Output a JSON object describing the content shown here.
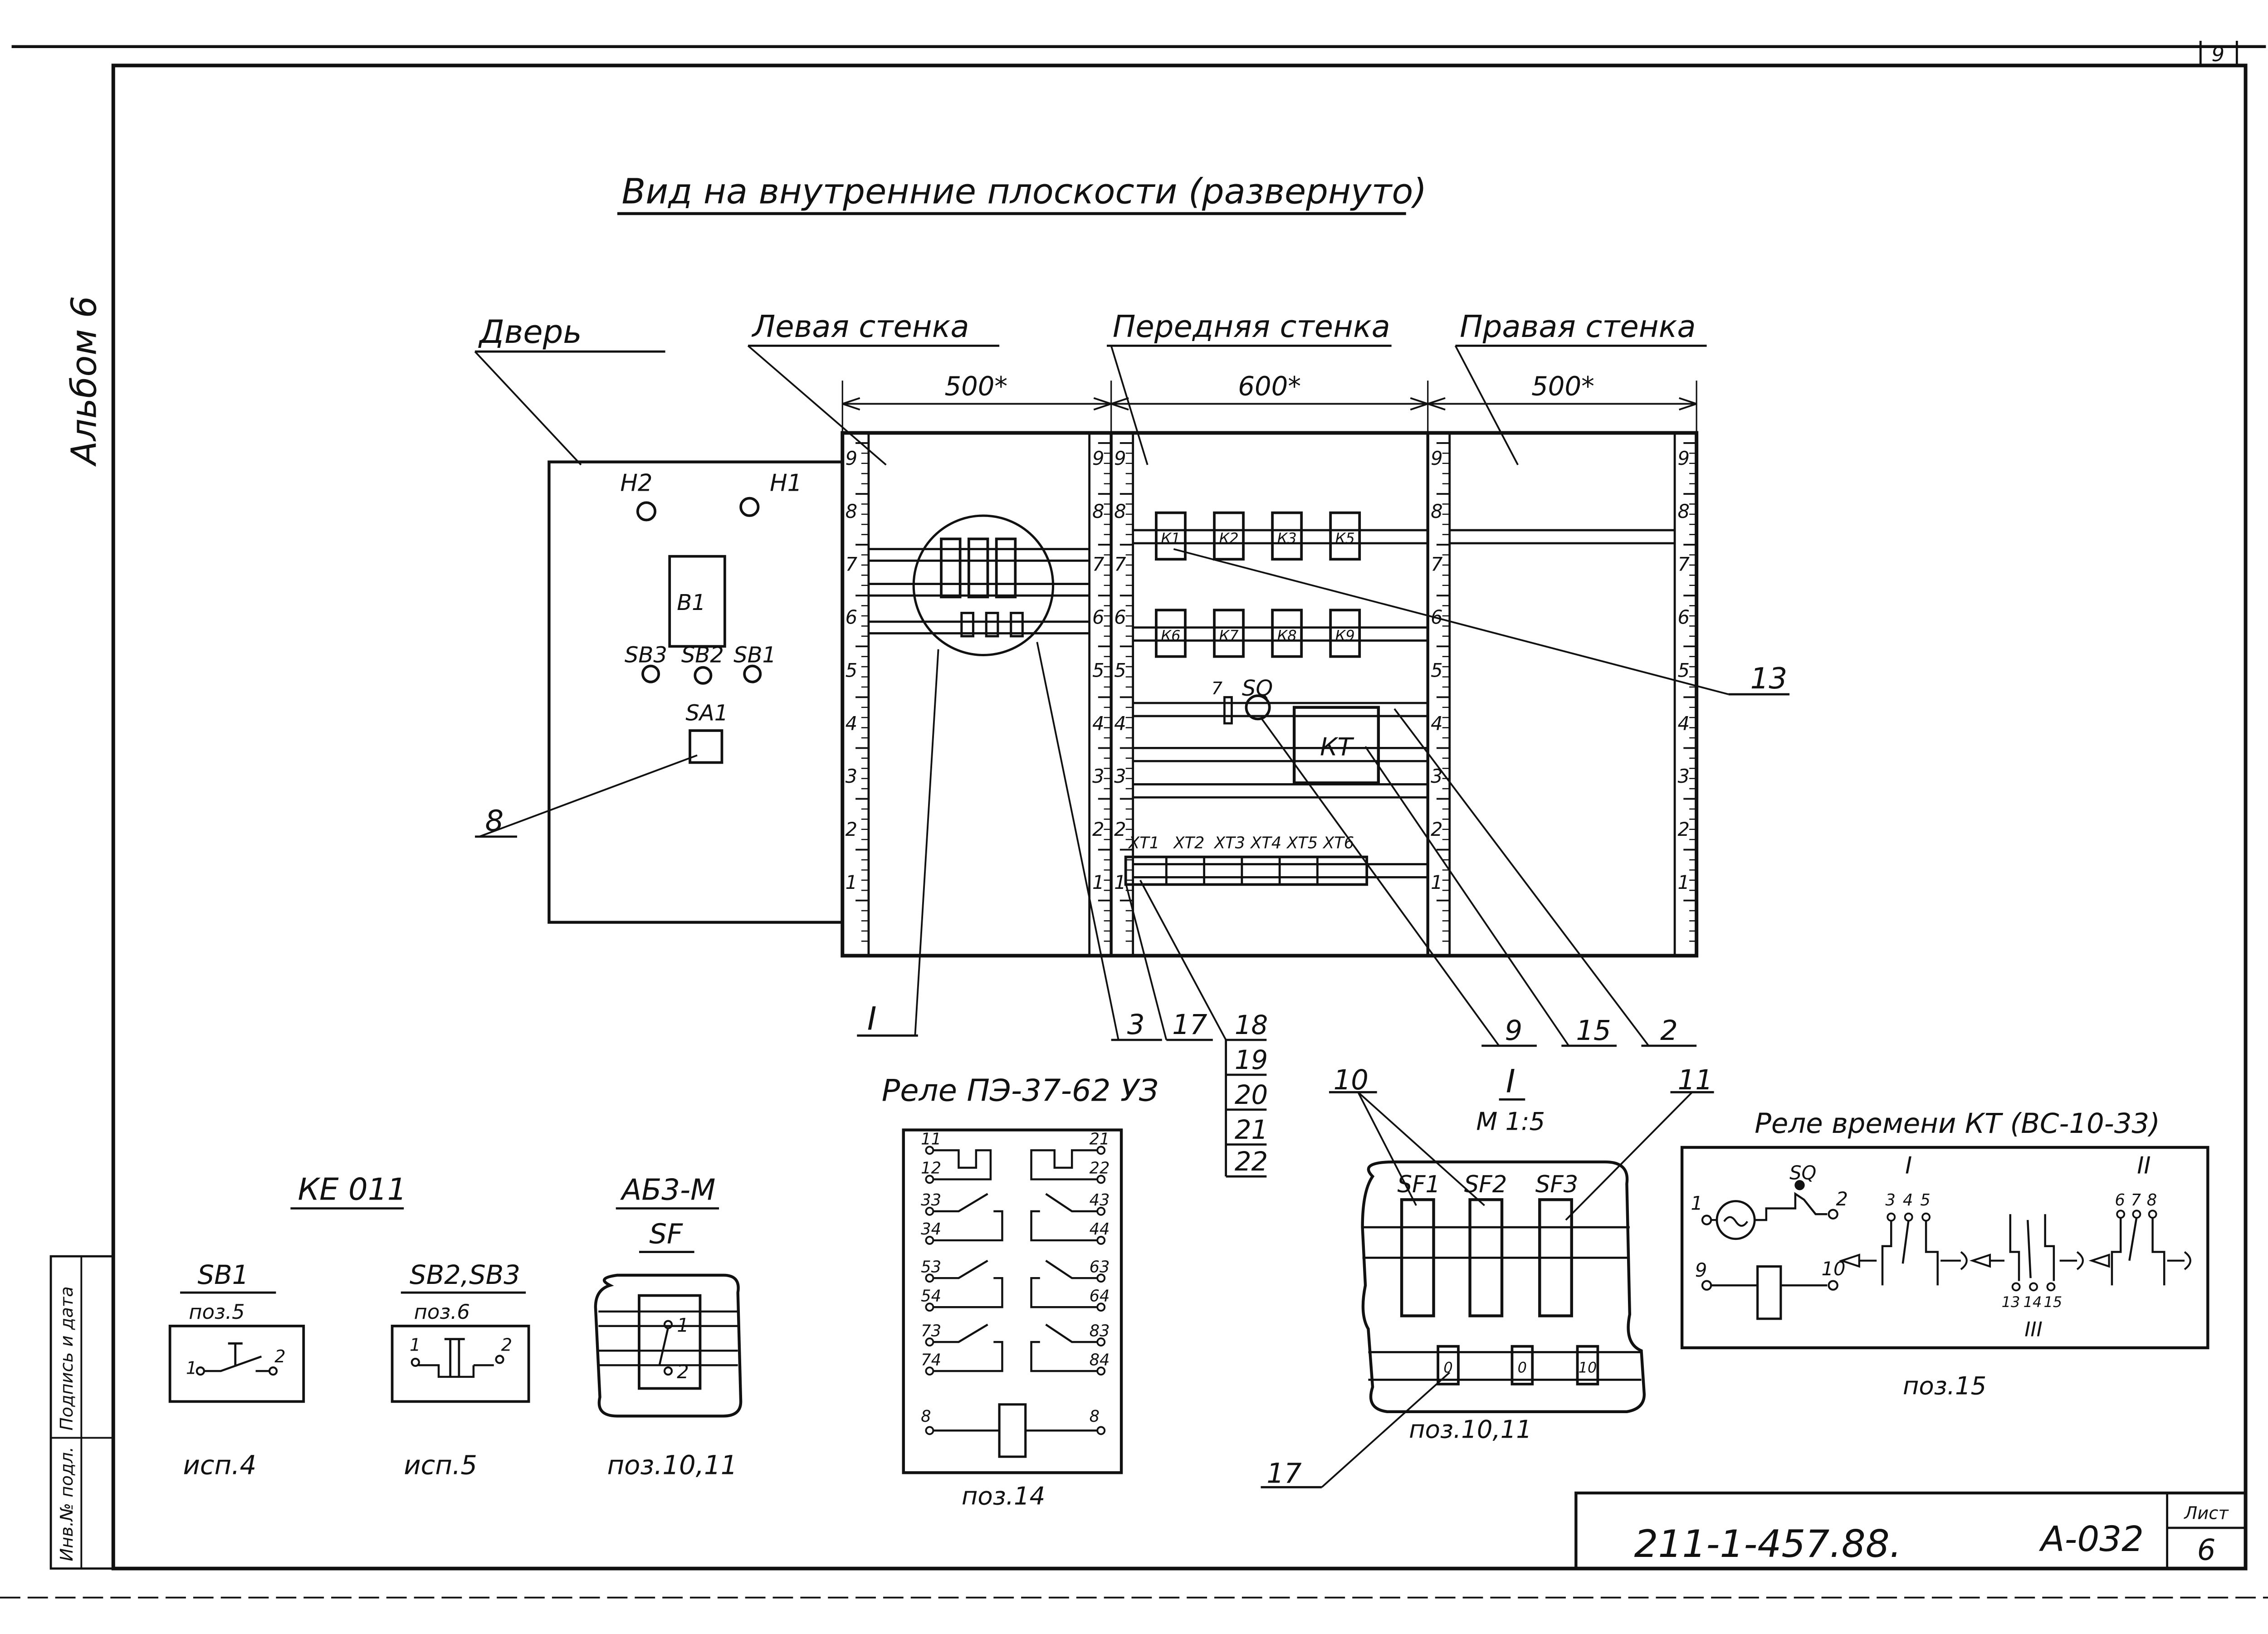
{
  "sheet": {
    "corner_number": "9",
    "album": "Альбом 6",
    "title": "Вид на внутренние плоскости (развернуто)",
    "doc_code": "211-1-457.88.",
    "drawing_no": "А-032",
    "sheet_label": "Лист",
    "sheet_no": "6",
    "stamp_date": "Подпись и дата",
    "stamp_inv": "Инв.№ подл."
  },
  "panels": {
    "door": "Дверь",
    "left": "Левая стенка",
    "front": "Передняя стенка",
    "right": "Правая стенка"
  },
  "dimensions": {
    "left": "500*",
    "front": "600*",
    "right": "500*"
  },
  "scale_ticks": [
    "1",
    "2",
    "3",
    "4",
    "5",
    "6",
    "7",
    "8",
    "9"
  ],
  "door_devices": [
    "Н2",
    "Н1",
    "В1",
    "SB3",
    "SB2",
    "SB1",
    "SA1"
  ],
  "front_devices": {
    "relays_top": [
      "К1",
      "К2",
      "К3",
      "К5"
    ],
    "relays_bottom": [
      "К6",
      "К7",
      "К8",
      "К9"
    ],
    "switch": "SQ",
    "switch_pin": "7",
    "timer": "КТ",
    "terminals": [
      "ХТ1",
      "ХТ2",
      "ХТ3",
      "ХТ4",
      "ХТ5",
      "ХТ6"
    ]
  },
  "callouts": {
    "door_callout": "8",
    "cable_callout": "13",
    "view_callout": "I",
    "bottom": [
      "3",
      "17",
      "9",
      "15",
      "2"
    ],
    "stack": [
      "18",
      "19",
      "20",
      "21",
      "22"
    ]
  },
  "detail_i": {
    "title": "I",
    "scale": "М 1:5",
    "left_callout": "10",
    "right_callout": "11",
    "breakers": [
      "SF1",
      "SF2",
      "SF3"
    ],
    "terminal_marks": [
      "0",
      "0",
      "10"
    ],
    "caption": "поз.10,11",
    "bottom_callout": "17"
  },
  "relay_pe": {
    "title": "Реле ПЭ-37-62 УЗ",
    "pins_left": [
      "11",
      "12",
      "33",
      "34",
      "53",
      "54",
      "73",
      "74",
      "8"
    ],
    "pins_right": [
      "21",
      "22",
      "43",
      "44",
      "63",
      "64",
      "83",
      "84",
      "8"
    ],
    "caption": "поз.14"
  },
  "timer_relay": {
    "title": "Реле времени КТ (ВС-10-33)",
    "coil_pins": [
      "1",
      "2"
    ],
    "contact_pins": [
      "9",
      "10"
    ],
    "motor_label": "SQ",
    "roman": [
      "I",
      "II",
      "III"
    ],
    "group_i_pins": [
      "3",
      "4",
      "5"
    ],
    "group_ii_pins": [
      "6",
      "7",
      "8"
    ],
    "group_iii_pins": [
      "13",
      "14",
      "15"
    ],
    "caption": "поз.15"
  },
  "ke_block": {
    "title": "КЕ 011",
    "sb1_title": "SB1",
    "sb1_pos": "поз.5",
    "sb1_exec": "исп.4",
    "sb23_title": "SB2,SB3",
    "sb23_pos": "поз.6",
    "sb23_exec": "исп.5",
    "pins": [
      "1",
      "2"
    ]
  },
  "ab_block": {
    "title": "АБ3-М",
    "sub": "SF",
    "pins": [
      "1",
      "2"
    ],
    "caption": "поз.10,11"
  }
}
